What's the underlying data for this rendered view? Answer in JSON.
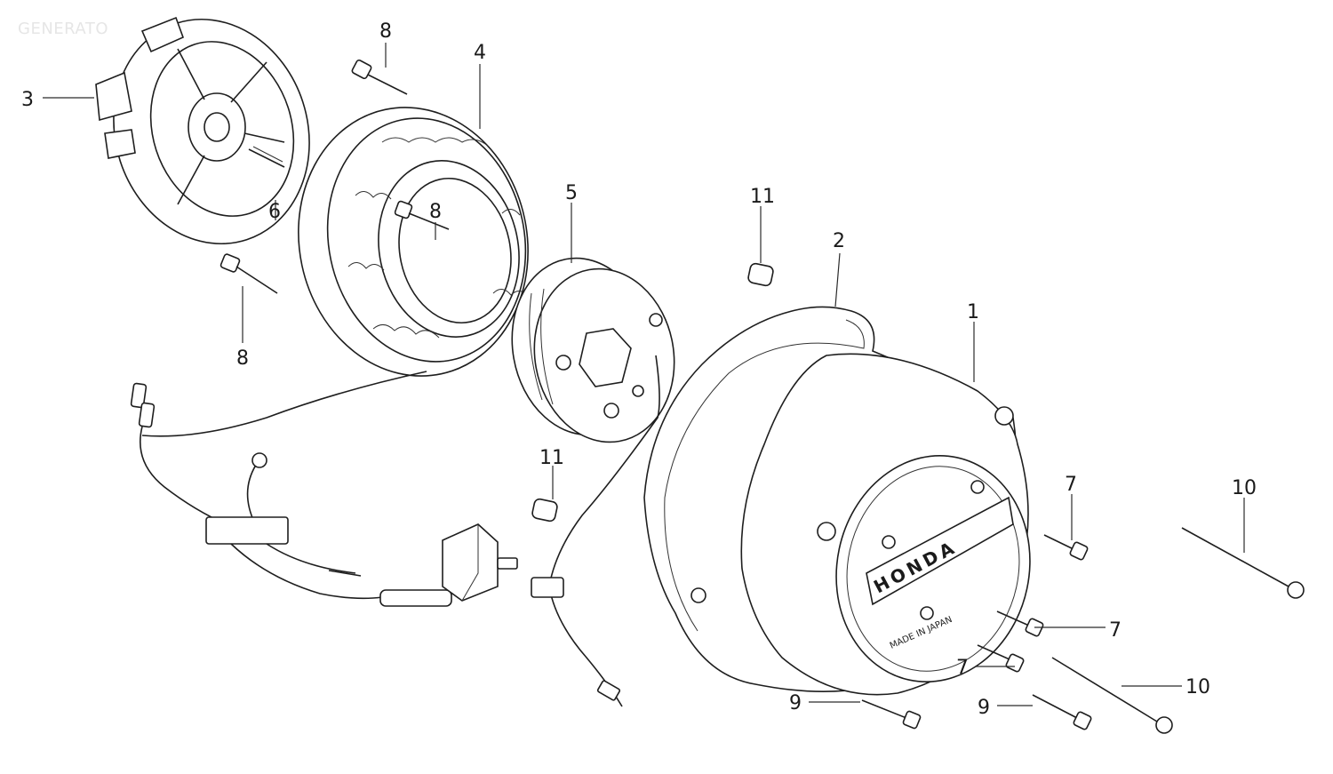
{
  "diagram": {
    "corner_caption": "GENERATO",
    "callouts": [
      {
        "id": "c3",
        "text": "3"
      },
      {
        "id": "c8a",
        "text": "8"
      },
      {
        "id": "c4",
        "text": "4"
      },
      {
        "id": "c6",
        "text": "6"
      },
      {
        "id": "c8b",
        "text": "8"
      },
      {
        "id": "c5",
        "text": "5"
      },
      {
        "id": "c11a",
        "text": "11"
      },
      {
        "id": "c2",
        "text": "2"
      },
      {
        "id": "c1",
        "text": "1"
      },
      {
        "id": "c8c",
        "text": "8"
      },
      {
        "id": "c11b",
        "text": "11"
      },
      {
        "id": "c7a",
        "text": "7"
      },
      {
        "id": "c10a",
        "text": "10"
      },
      {
        "id": "c7b",
        "text": "7"
      },
      {
        "id": "c7c",
        "text": "7"
      },
      {
        "id": "c10b",
        "text": "10"
      },
      {
        "id": "c9a",
        "text": "9"
      },
      {
        "id": "c9b",
        "text": "9"
      }
    ],
    "cover_brand": "HONDA",
    "cover_stamp": "MADE IN JAPAN"
  }
}
